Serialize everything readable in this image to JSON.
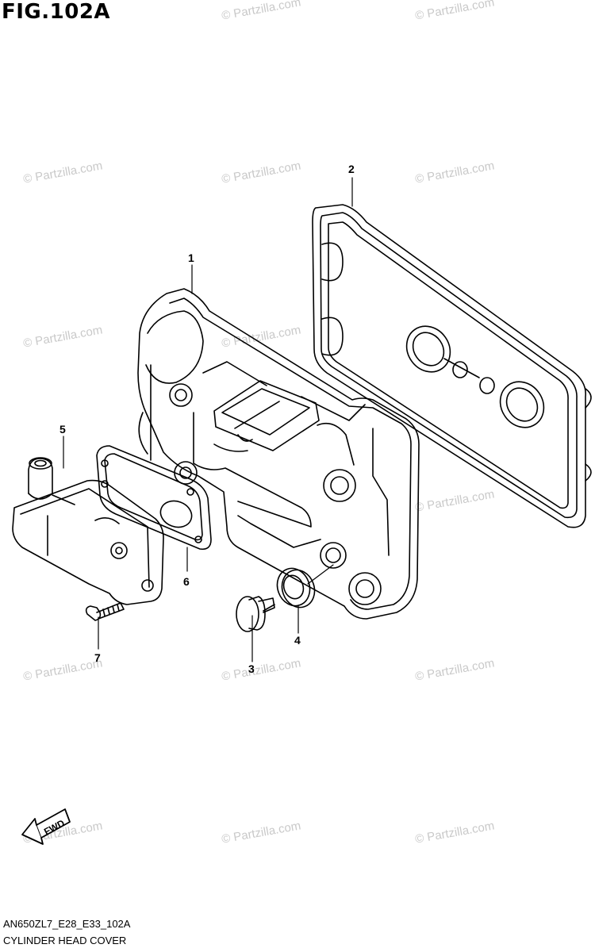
{
  "figure": {
    "title": "FIG.102A"
  },
  "watermark_text": "© Partzilla.com",
  "diagram_code": "AN650ZL7_E28_E33_102A",
  "caption": "CYLINDER HEAD COVER",
  "fwd_label": "FWD",
  "callouts": {
    "c1": "1",
    "c2": "2",
    "c3": "3",
    "c4": "4",
    "c5": "5",
    "c6": "6",
    "c7": "7"
  }
}
